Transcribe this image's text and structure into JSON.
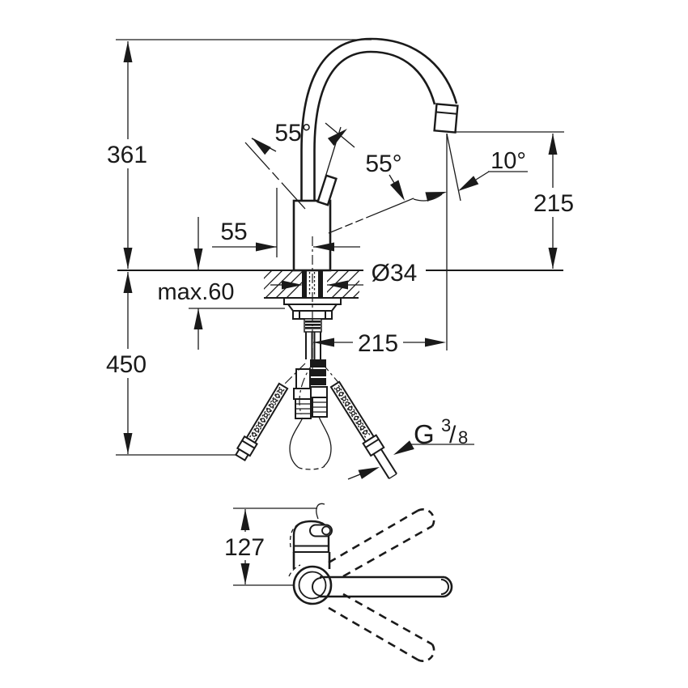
{
  "drawing": {
    "type": "technical-dimension-drawing",
    "line_color": "#1a1a1a",
    "background_color": "#ffffff",
    "front_view": {
      "dimensions": {
        "total_height": "361",
        "lever_swing_angle": "55°",
        "spray_swivel_angle": "55°",
        "outlet_tilt_angle": "10°",
        "outlet_height": "215",
        "lever_offset": "55",
        "max_deck_thickness": "max.60",
        "hole_diameter": "Ø34",
        "clearance_below_deck": "450",
        "spout_reach": "215"
      },
      "thread": {
        "prefix": "G",
        "numerator": "3",
        "slash": "/",
        "denominator": "8"
      }
    },
    "top_view": {
      "dimensions": {
        "lever_clearance_height": "127"
      }
    }
  }
}
